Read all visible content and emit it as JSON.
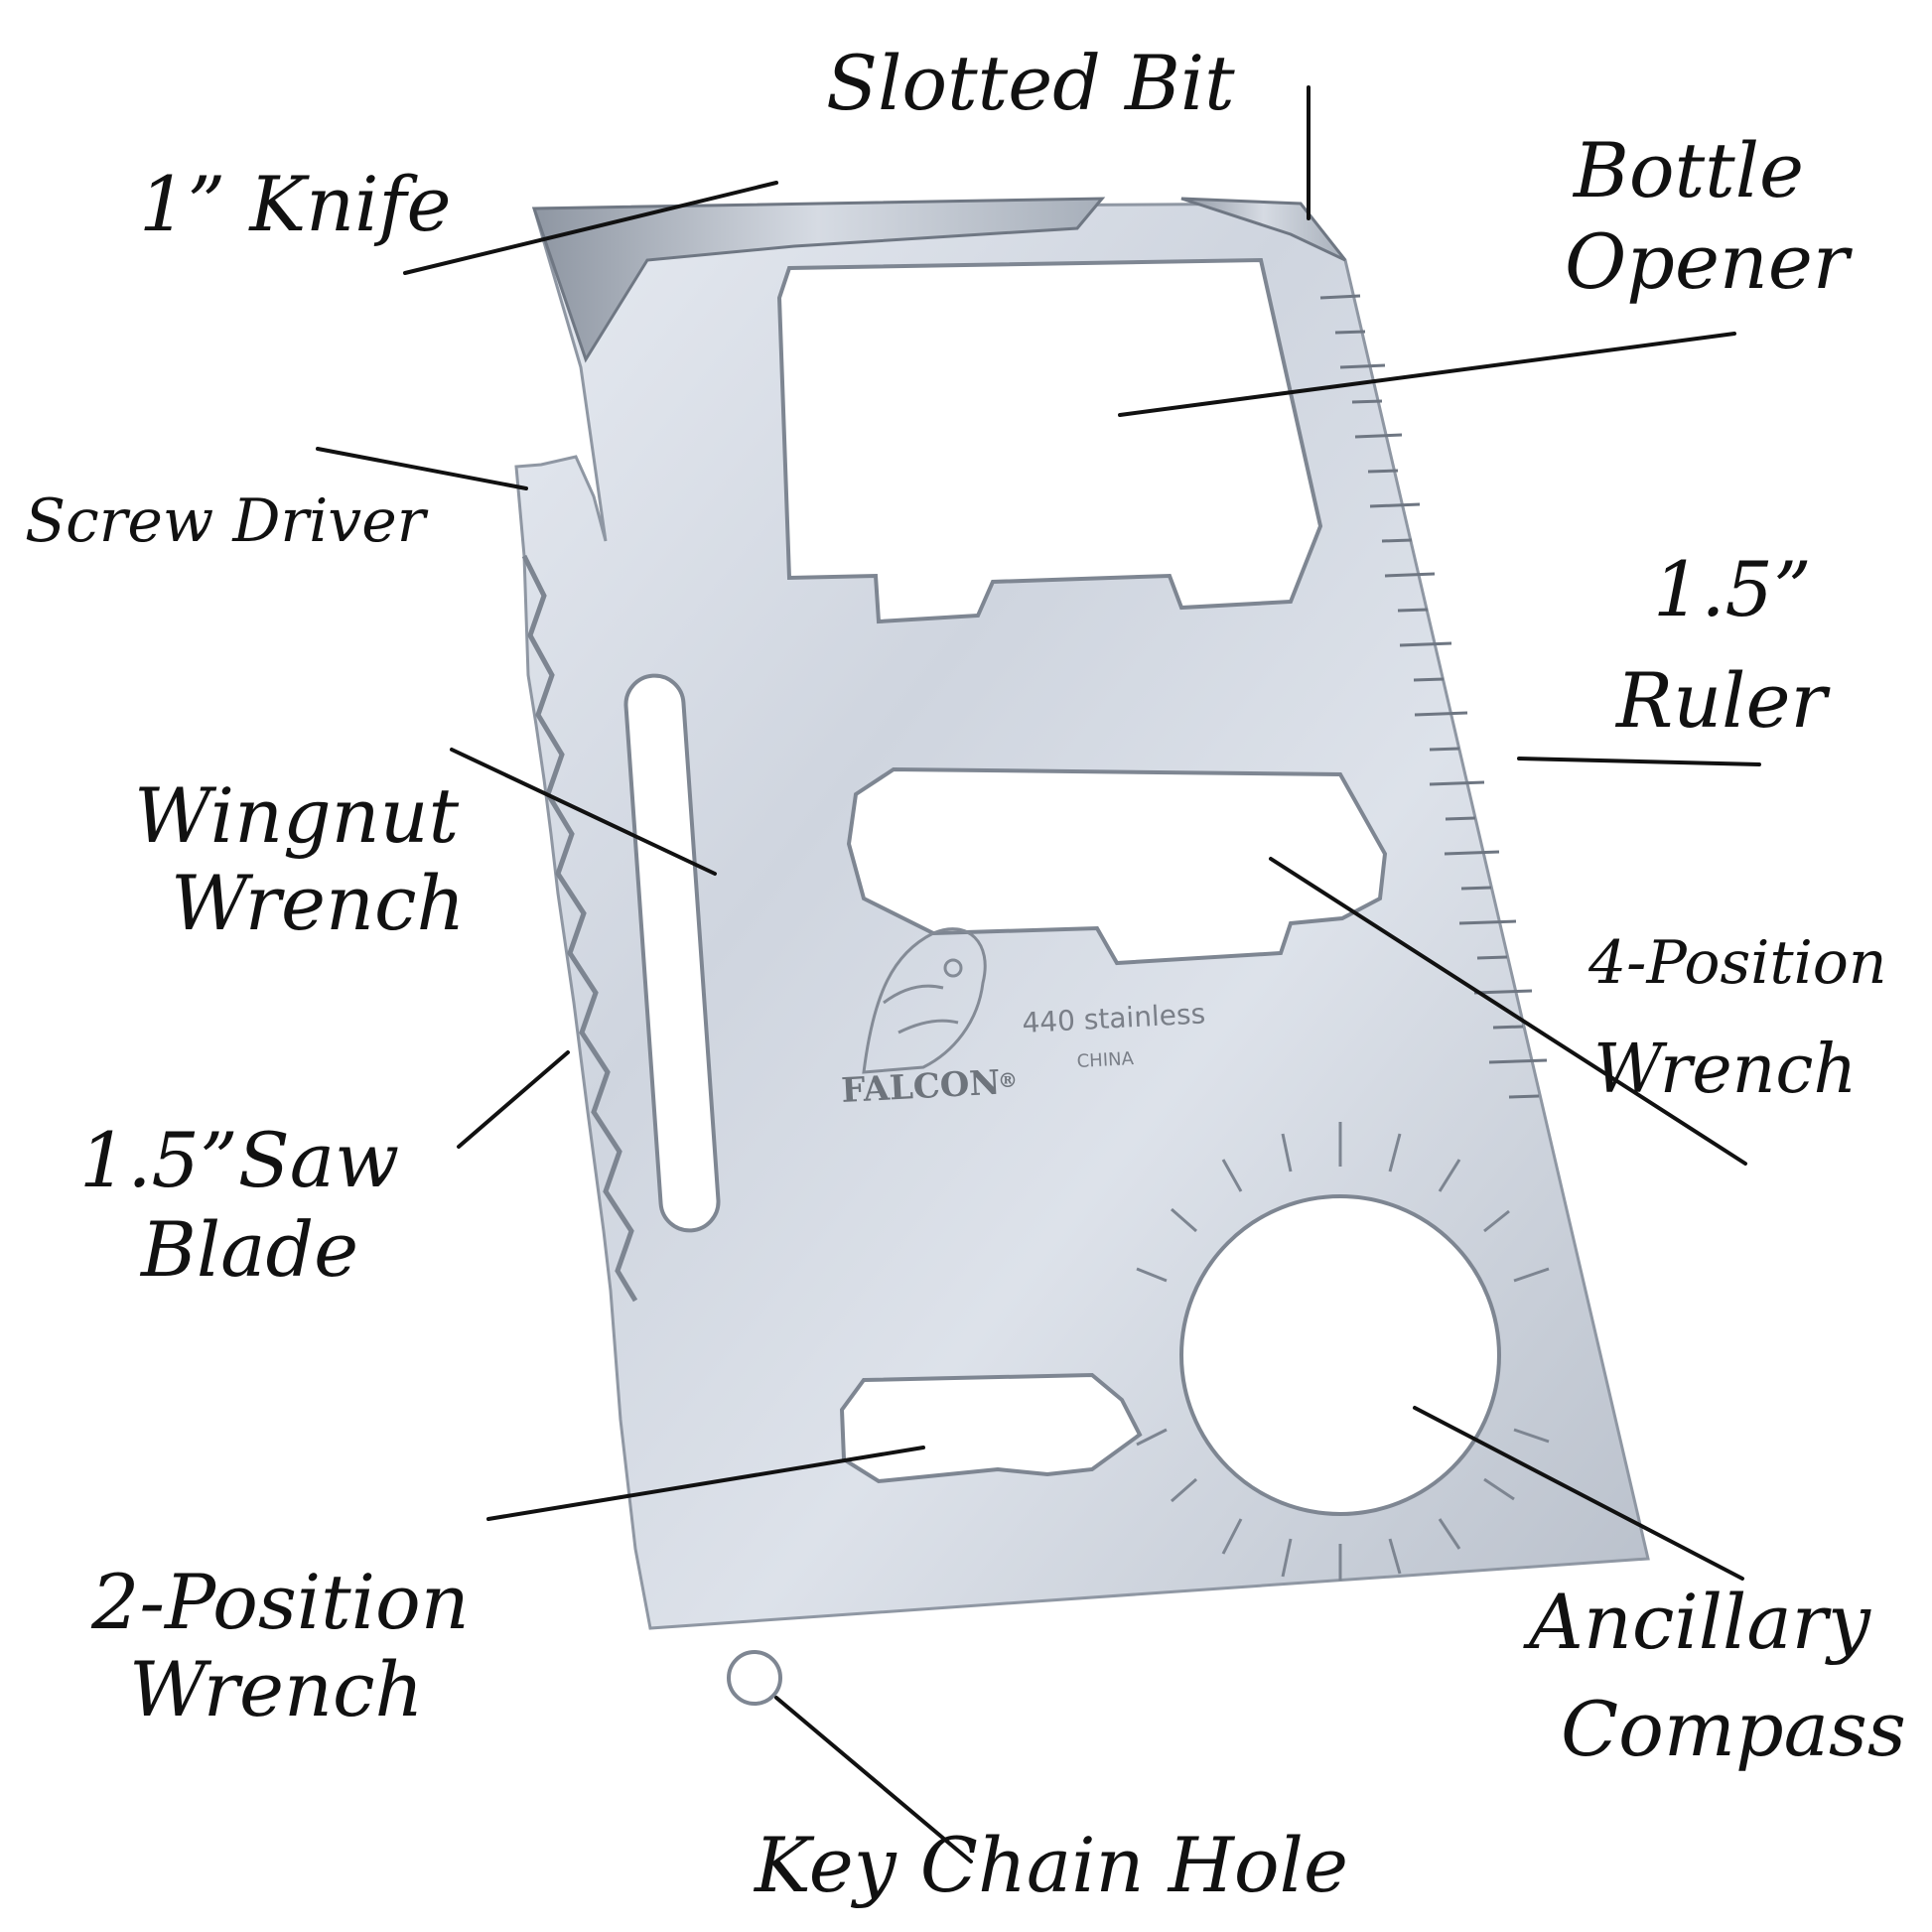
{
  "labels": {
    "slotted_bit": "Slotted Bit",
    "knife": "1” Knife",
    "bottle_opener_1": "Bottle",
    "bottle_opener_2": "Opener",
    "screw_driver": "Screw Driver",
    "ruler_1": "1.5”",
    "ruler_2": "Ruler",
    "wingnut_1": "Wingnut",
    "wingnut_2": "Wrench",
    "four_pos_1": "4-Position",
    "four_pos_2": "Wrench",
    "saw_1": "1.5”Saw",
    "saw_2": "Blade",
    "two_pos_1": "2-Position",
    "two_pos_2": "Wrench",
    "compass_1": "Ancillary",
    "compass_2": "Compass",
    "key_chain": "Key Chain Hole"
  },
  "stamp": {
    "brand": "FALCON",
    "registered": "®",
    "material": "440 stainless",
    "origin": "CHINA"
  },
  "colors": {
    "steel_light": "#dfe4ec",
    "steel_mid": "#c2c9d4",
    "steel_dark": "#9aa2ae",
    "ink": "#111111"
  }
}
